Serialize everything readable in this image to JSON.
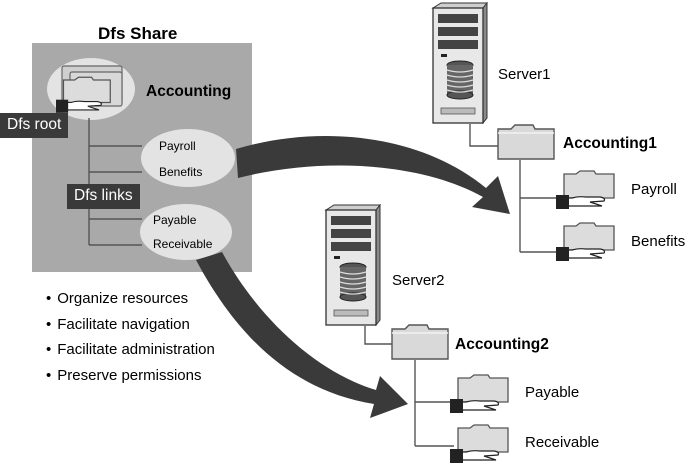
{
  "dfs_share": {
    "title": "Dfs Share",
    "root_label": "Dfs root",
    "links_label": "Dfs links",
    "root_folder": "Accounting",
    "link_group_1": [
      "Payroll",
      "Benefits"
    ],
    "link_group_2": [
      "Payable",
      "Receivable"
    ]
  },
  "benefits_list": [
    "Organize resources",
    "Facilitate navigation",
    "Facilitate administration",
    "Preserve permissions"
  ],
  "server1": {
    "name": "Server1",
    "share": "Accounting1",
    "folders": [
      "Payroll",
      "Benefits"
    ]
  },
  "server2": {
    "name": "Server2",
    "share": "Accounting2",
    "folders": [
      "Payable",
      "Receivable"
    ]
  },
  "colors": {
    "share_panel": "#a9a9a9",
    "callout": "#3a3a3a",
    "arrow": "#3a3a3a",
    "ellipse": "#e3e3e3",
    "folder": "#d9d9d9"
  }
}
